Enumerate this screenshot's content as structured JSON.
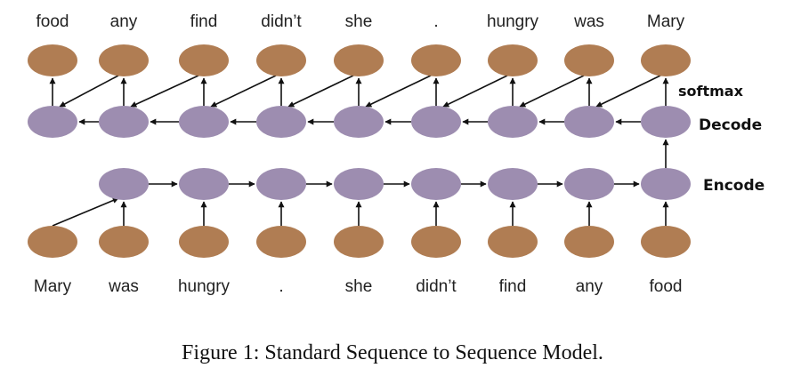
{
  "colors": {
    "output_node": "#b07d53",
    "hidden_node": "#9d8db0",
    "arrow": "#111111",
    "text": "#222222"
  },
  "output_words": [
    "food",
    "any",
    "find",
    "didn’t",
    "she",
    ".",
    "hungry",
    "was",
    "Mary"
  ],
  "input_words": [
    "Mary",
    "was",
    "hungry",
    ".",
    "she",
    "didn’t",
    "find",
    "any",
    "food"
  ],
  "labels": {
    "softmax": "softmax",
    "decode": "Decode",
    "encode": "Encode"
  },
  "caption": "Figure 1: Standard Sequence to Sequence Model."
}
